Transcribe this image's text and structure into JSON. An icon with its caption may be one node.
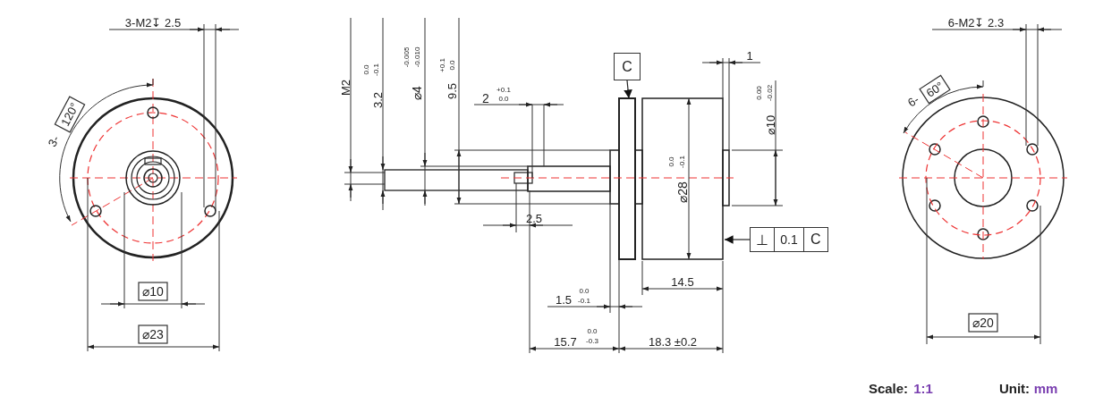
{
  "diagram": {
    "nodes": [
      {
        "text": [
          "C"
        ]
      },
      {
        "text": [
          "⊥",
          "0.1",
          "C"
        ]
      }
    ],
    "edges": [
      {
        "from": 0,
        "to": null,
        "arrow": "to"
      },
      {
        "from": 1,
        "to": null,
        "arrow": "to"
      }
    ],
    "labels": [
      "3-M2↧ 2.5",
      "3-",
      "120°",
      "⌀10",
      "⌀23",
      "M2",
      "3.2",
      "0.0",
      "-0.1",
      "⌀4",
      "-0.005",
      "-0.010",
      "9.5",
      "+0.1",
      "0.0",
      "2",
      "+0.1",
      "0.0",
      "2.5",
      "1",
      "⌀10",
      "0.00",
      "-0.02",
      "⌀28",
      "0.0",
      "-0.1",
      "14.5",
      "1.5",
      "0.0",
      "-0.1",
      "15.7",
      "0.0",
      "-0.3",
      "18.3 ±0.2",
      "6-M2↧ 2.3",
      "6-",
      "60°",
      "⌀20",
      "Scale:",
      "1:1",
      "Unit:",
      "mm"
    ]
  }
}
